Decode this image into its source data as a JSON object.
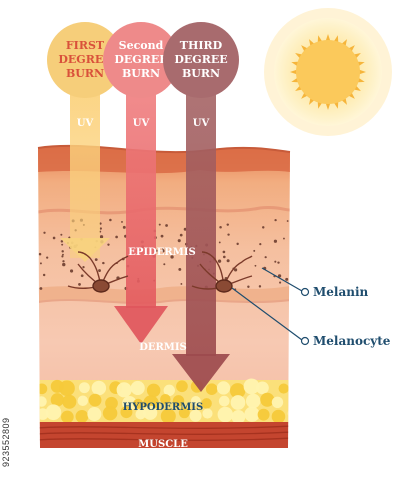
{
  "burns": [
    {
      "line1": "FIRST",
      "line2": "DEGREE",
      "line3": "BURN",
      "uv": "UV",
      "color": "#f6ce7a",
      "text_color": "#d9513b"
    },
    {
      "line1": "Second",
      "line2": "DEGREE",
      "line3": "BURN",
      "uv": "UV",
      "color": "#ee8a8a",
      "text_color": "#ffffff"
    },
    {
      "line1": "THIRD",
      "line2": "DEGREE",
      "line3": "BURN",
      "uv": "UV",
      "color": "#a86b6e",
      "text_color": "#ffffff"
    }
  ],
  "layers": {
    "epidermis": "EPIDERMIS",
    "dermis": "DERMIS",
    "hypodermis": "HYPODERMIS",
    "muscle": "MUSCLE"
  },
  "callouts": {
    "melanin": "Melanin",
    "melanocyte": "Melanocyte"
  },
  "side_text": "923552809",
  "colors": {
    "sun": "#fbc95b",
    "callout_text": "#1f4d6e",
    "muscle": "#c4452f",
    "fat": "#fce15e"
  }
}
